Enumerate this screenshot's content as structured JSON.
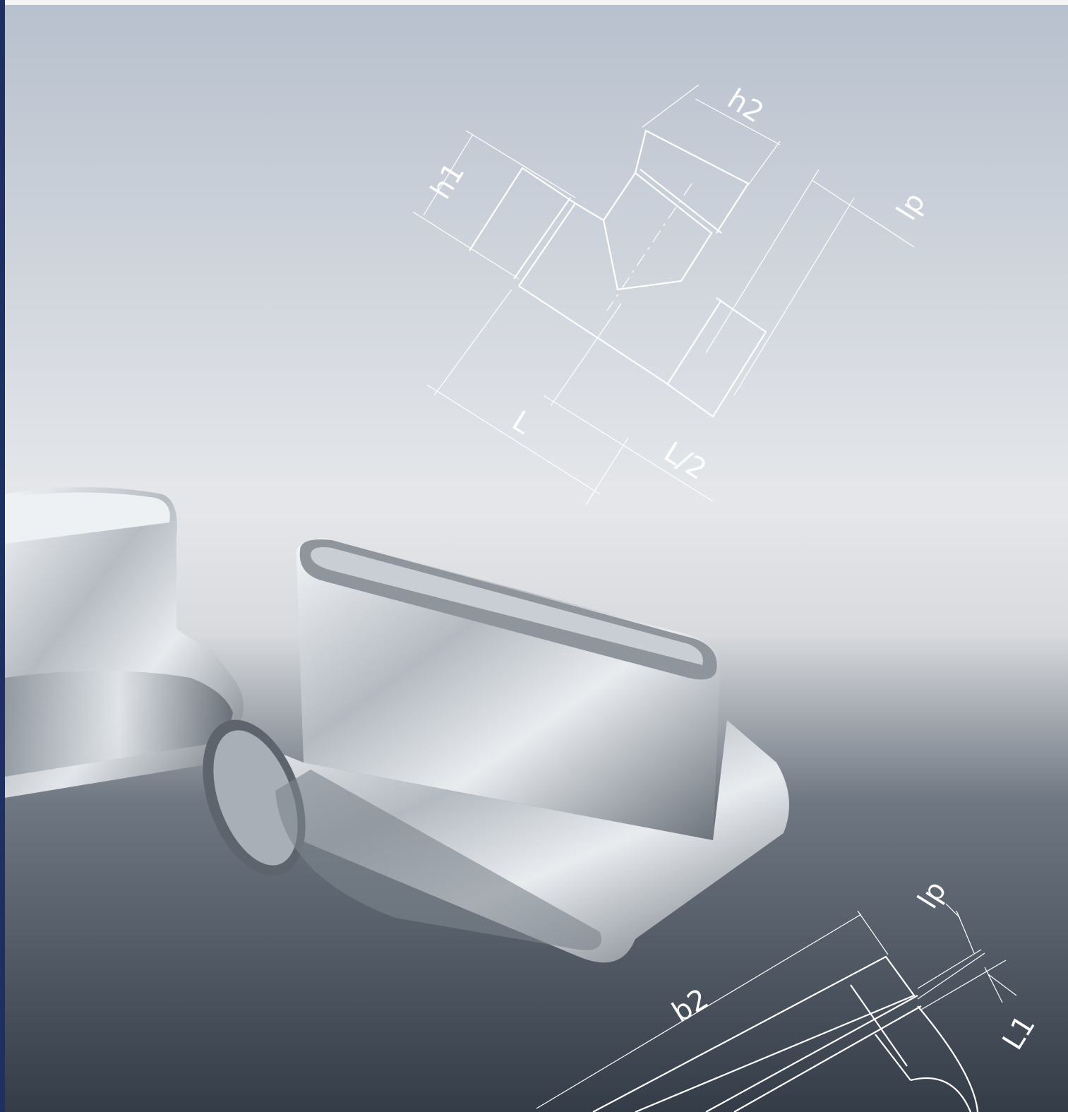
{
  "drawing_top": {
    "labels": [
      "h1",
      "h2",
      "lp",
      "L",
      "L/2"
    ]
  },
  "drawing_bottom": {
    "labels": [
      "lp",
      "b2",
      "L1"
    ]
  },
  "colors": {
    "frame_left": "#1d2f63",
    "bg_top": "#b7c0cd",
    "bg_mid": "#e7e9ec",
    "bg_bottom": "#3a4350",
    "lines": "#ffffff"
  }
}
